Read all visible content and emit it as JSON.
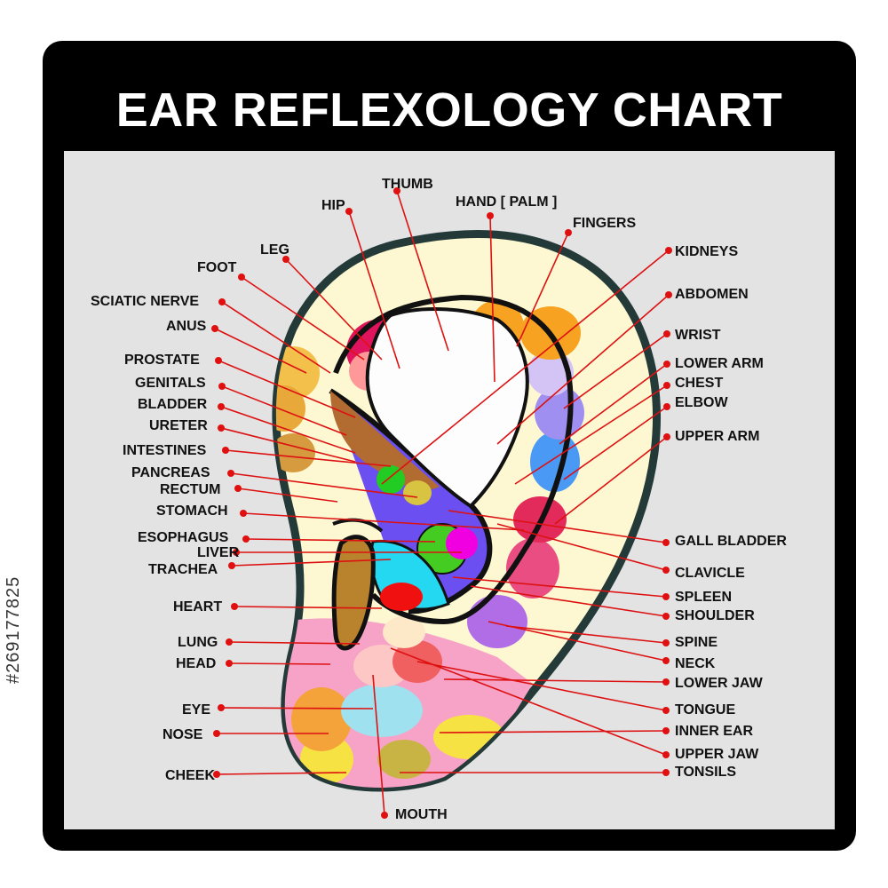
{
  "title": "EAR REFLEXOLOGY CHART",
  "stock_id": "#269177825",
  "colors": {
    "frame": "#000000",
    "panel": "#e3e3e3",
    "leader_line": "#dd1111",
    "dot": "#e01010"
  },
  "labels": {
    "thumb": "THUMB",
    "hip": "HIP",
    "hand_palm": "HAND [ PALM ]",
    "fingers": "FINGERS",
    "leg": "LEG",
    "foot": "FOOT",
    "kidneys": "KIDNEYS",
    "sciatic_nerve": "SCIATIC NERVE",
    "abdomen": "ABDOMEN",
    "anus": "ANUS",
    "wrist": "WRIST",
    "prostate": "PROSTATE",
    "lower_arm": "LOWER ARM",
    "genitals": "GENITALS",
    "chest": "CHEST",
    "bladder": "BLADDER",
    "elbow": "ELBOW",
    "ureter": "URETER",
    "upper_arm": "UPPER ARM",
    "intestines": "INTESTINES",
    "pancreas": "PANCREAS",
    "rectum": "RECTUM",
    "stomach": "STOMACH",
    "esophagus": "ESOPHAGUS",
    "gall_bladder": "GALL BLADDER",
    "liver": "LIVER",
    "trachea": "TRACHEA",
    "clavicle": "CLAVICLE",
    "spleen": "SPLEEN",
    "heart": "HEART",
    "shoulder": "SHOULDER",
    "lung": "LUNG",
    "spine": "SPINE",
    "head": "HEAD",
    "neck": "NECK",
    "lower_jaw": "LOWER JAW",
    "eye": "EYE",
    "tongue": "TONGUE",
    "nose": "NOSE",
    "inner_ear": "INNER EAR",
    "upper_jaw": "UPPER JAW",
    "cheek": "CHEEK",
    "tonsils": "TONSILS",
    "mouth": "MOUTH"
  }
}
